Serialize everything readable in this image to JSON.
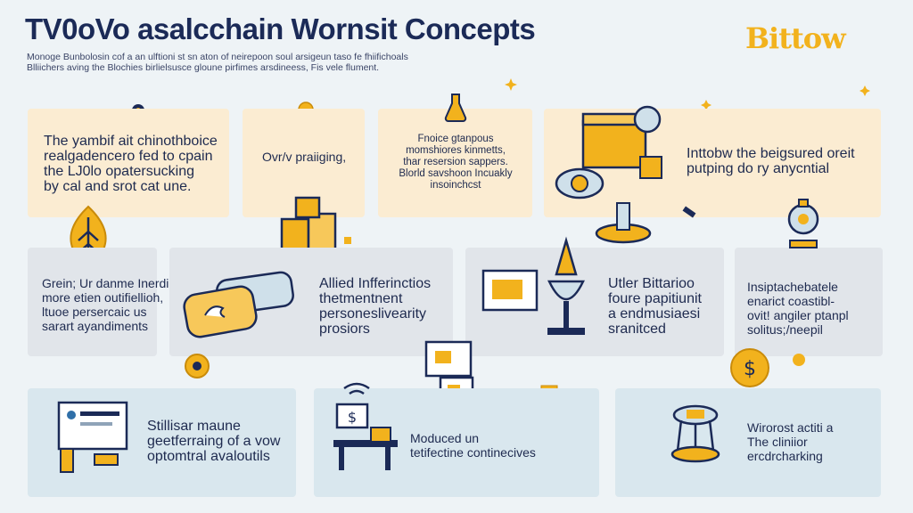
{
  "header": {
    "title": "TV0oVo asalcchain Wornsit Concepts",
    "subtitle_lines": [
      "Monoge Bunbolosin cof a an ulftioni st sn aton of neirepoon soul arsigeun taso fe fhiifichoals",
      "Blliichers aving the Blochies birlielsusce gloune pirfimes arsdineess,  Fis vele flument."
    ],
    "logo": "Bittow"
  },
  "cards": [
    {
      "id": "card-1",
      "lines": [
        "The yambif ait chinothboice",
        "realgadencero fed to cpain",
        "the LJ0lo opatersucking",
        "by cal and srot cat une."
      ]
    },
    {
      "id": "card-2",
      "lines": [
        "Ovr/v praiiging,"
      ]
    },
    {
      "id": "card-3",
      "lines": [
        "Fnoice gtanpous",
        "momshiores kinmetts,",
        "thar resersion sappers.",
        "Blorld savshoon Incuakly",
        "insoinchcst"
      ]
    },
    {
      "id": "card-4",
      "lines": [
        "Inttobw the beigsured oreit",
        "putping do ry anycntial"
      ]
    },
    {
      "id": "card-5",
      "lines": [
        "Grein; Ur danme Inerdir",
        "more etien outifiellioh,",
        "ltuoe persercaic us",
        "sarart ayandiments"
      ]
    },
    {
      "id": "card-6",
      "lines": [
        "Allied Infferinctios",
        "thetmentnent",
        "personeslivearity",
        "prosiors"
      ]
    },
    {
      "id": "card-7",
      "lines": [
        "Utler Bittarioo",
        "foure papitiunit",
        "a endmusiaesi",
        "sranitced"
      ]
    },
    {
      "id": "card-8",
      "lines": [
        "Insiptachebatele",
        "enarict coastibl-",
        "ovit! angiler ptanpl",
        "solitus;/neepil"
      ]
    },
    {
      "id": "card-9",
      "lines": [
        "Stillisar maune",
        "geetferraing of a vow",
        "optomtral avaloutils"
      ]
    },
    {
      "id": "card-10",
      "lines": [
        "Moduced un",
        "tetifectine continecives"
      ]
    },
    {
      "id": "card-11",
      "lines": [
        "Wirorost actiti a",
        "The cliniior",
        "ercdrcharking"
      ]
    }
  ],
  "colors": {
    "accent_gold": "#f2b21d",
    "navy": "#1b2a57",
    "peach_card": "#fbecd2",
    "gray_card": "#e1e5ea",
    "blue_card": "#d9e7ee"
  },
  "icons": [
    "leaf-icon",
    "boxes-icon",
    "coin-icon",
    "chest-icon",
    "wallet-icon",
    "monitor-icon",
    "scales-icon",
    "lamp-icon",
    "document-icon",
    "computer-desk-icon",
    "desk-lamp-icon",
    "dollar-coin-icon"
  ]
}
